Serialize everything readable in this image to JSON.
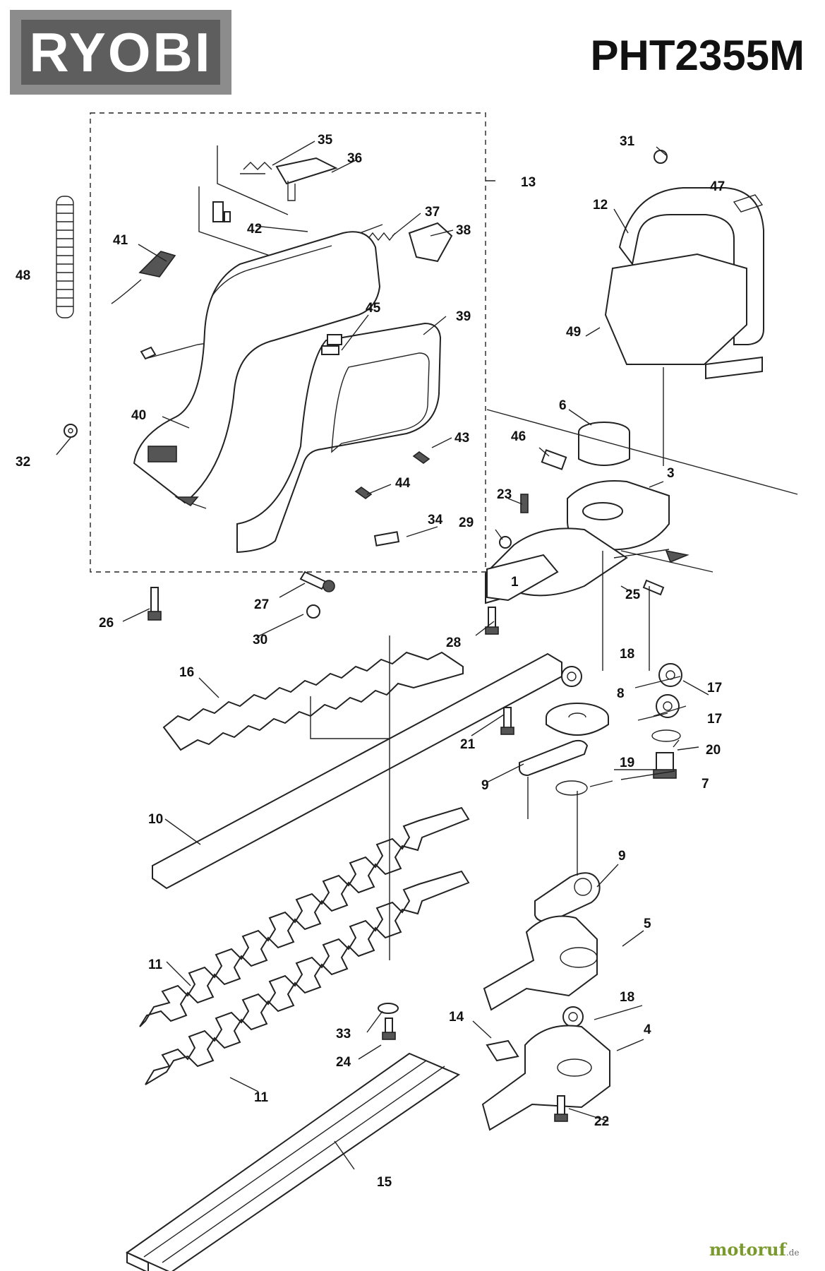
{
  "header": {
    "brand": "RYOBI",
    "model": "PHT2355M"
  },
  "watermark": {
    "name": "motoruf",
    "suffix": ".de"
  },
  "callouts": [
    "1",
    "3",
    "4",
    "5",
    "6",
    "7",
    "8",
    "9",
    "9",
    "10",
    "11",
    "11",
    "12",
    "13",
    "14",
    "15",
    "16",
    "17",
    "17",
    "18",
    "18",
    "19",
    "20",
    "21",
    "22",
    "23",
    "24",
    "25",
    "26",
    "27",
    "28",
    "29",
    "30",
    "31",
    "32",
    "33",
    "34",
    "35",
    "36",
    "37",
    "38",
    "39",
    "40",
    "41",
    "42",
    "43",
    "44",
    "45",
    "46",
    "47",
    "48",
    "49"
  ]
}
